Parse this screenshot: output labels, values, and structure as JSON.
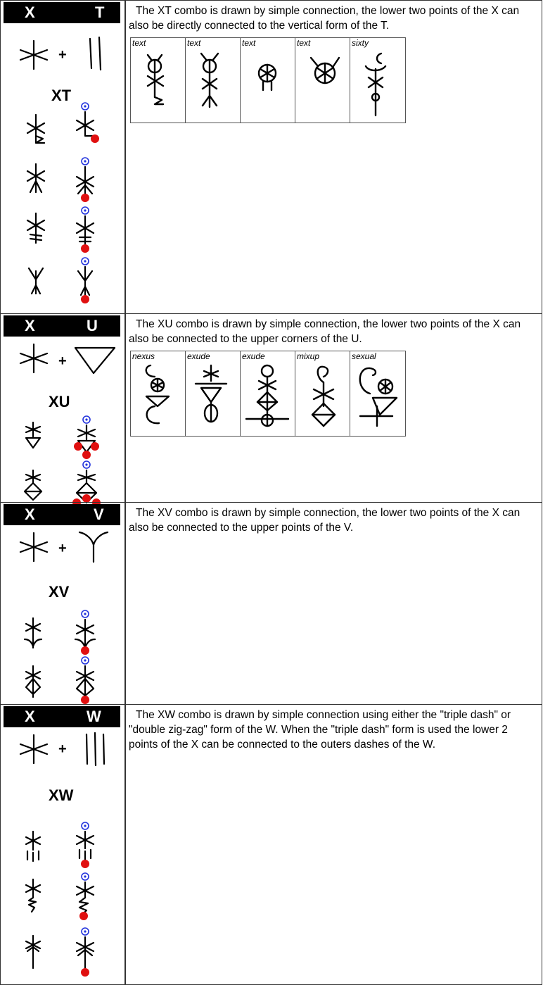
{
  "sections": [
    {
      "letter1": "X",
      "letter2": "T",
      "plus": "+",
      "combo": "XT",
      "description": "The XT combo is drawn by simple connection, the lower two points of the X can also be directly connected to the vertical form of the T.",
      "examples": [
        "text",
        "text",
        "text",
        "text",
        "sixty"
      ]
    },
    {
      "letter1": "X",
      "letter2": "U",
      "plus": "+",
      "combo": "XU",
      "description": "The XU combo is drawn by simple connection, the lower two points of the X can also be connected to the upper corners of the U.",
      "examples": [
        "nexus",
        "exude",
        "exude",
        "mixup",
        "sexual"
      ]
    },
    {
      "letter1": "X",
      "letter2": "V",
      "plus": "+",
      "combo": "XV",
      "description": "The XV combo is drawn by simple connection, the lower two points of the X can also be connected to the upper points of the V.",
      "examples": []
    },
    {
      "letter1": "X",
      "letter2": "W",
      "plus": "+",
      "combo": "XW",
      "description": "The XW combo is drawn by simple connection using either the \"triple dash\" or \"double zig-zag\" form of the W. When the \"triple dash\" form is used the lower 2 points of the X can be connected to the outers dashes of the W.",
      "examples": []
    }
  ],
  "icons": {
    "start_marker": "blue-circle-start-icon",
    "end_marker": "red-dot-end-icon",
    "start_color": "#2233dd",
    "end_color": "#e01010"
  }
}
